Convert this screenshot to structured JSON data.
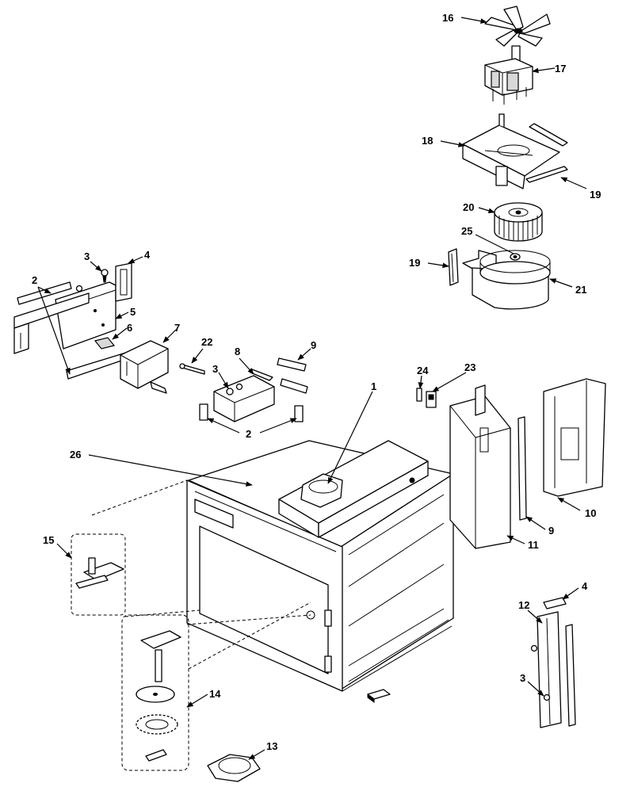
{
  "diagram": {
    "callouts": [
      {
        "id": "c16",
        "text": "16"
      },
      {
        "id": "c17",
        "text": "17"
      },
      {
        "id": "c18",
        "text": "18"
      },
      {
        "id": "c19a",
        "text": "19"
      },
      {
        "id": "c20",
        "text": "20"
      },
      {
        "id": "c25",
        "text": "25"
      },
      {
        "id": "c19b",
        "text": "19"
      },
      {
        "id": "c21",
        "text": "21"
      },
      {
        "id": "c3a",
        "text": "3"
      },
      {
        "id": "c4a",
        "text": "4"
      },
      {
        "id": "c2a",
        "text": "2"
      },
      {
        "id": "c5",
        "text": "5"
      },
      {
        "id": "c6",
        "text": "6"
      },
      {
        "id": "c7",
        "text": "7"
      },
      {
        "id": "c22",
        "text": "22"
      },
      {
        "id": "c8",
        "text": "8"
      },
      {
        "id": "c9a",
        "text": "9"
      },
      {
        "id": "c3b",
        "text": "3"
      },
      {
        "id": "c2b",
        "text": "2"
      },
      {
        "id": "c1",
        "text": "1"
      },
      {
        "id": "c24",
        "text": "24"
      },
      {
        "id": "c23",
        "text": "23"
      },
      {
        "id": "c26",
        "text": "26"
      },
      {
        "id": "c10",
        "text": "10"
      },
      {
        "id": "c9b",
        "text": "9"
      },
      {
        "id": "c11",
        "text": "11"
      },
      {
        "id": "c15",
        "text": "15"
      },
      {
        "id": "c4b",
        "text": "4"
      },
      {
        "id": "c12",
        "text": "12"
      },
      {
        "id": "c3c",
        "text": "3"
      },
      {
        "id": "c14",
        "text": "14"
      },
      {
        "id": "c13",
        "text": "13"
      }
    ]
  }
}
